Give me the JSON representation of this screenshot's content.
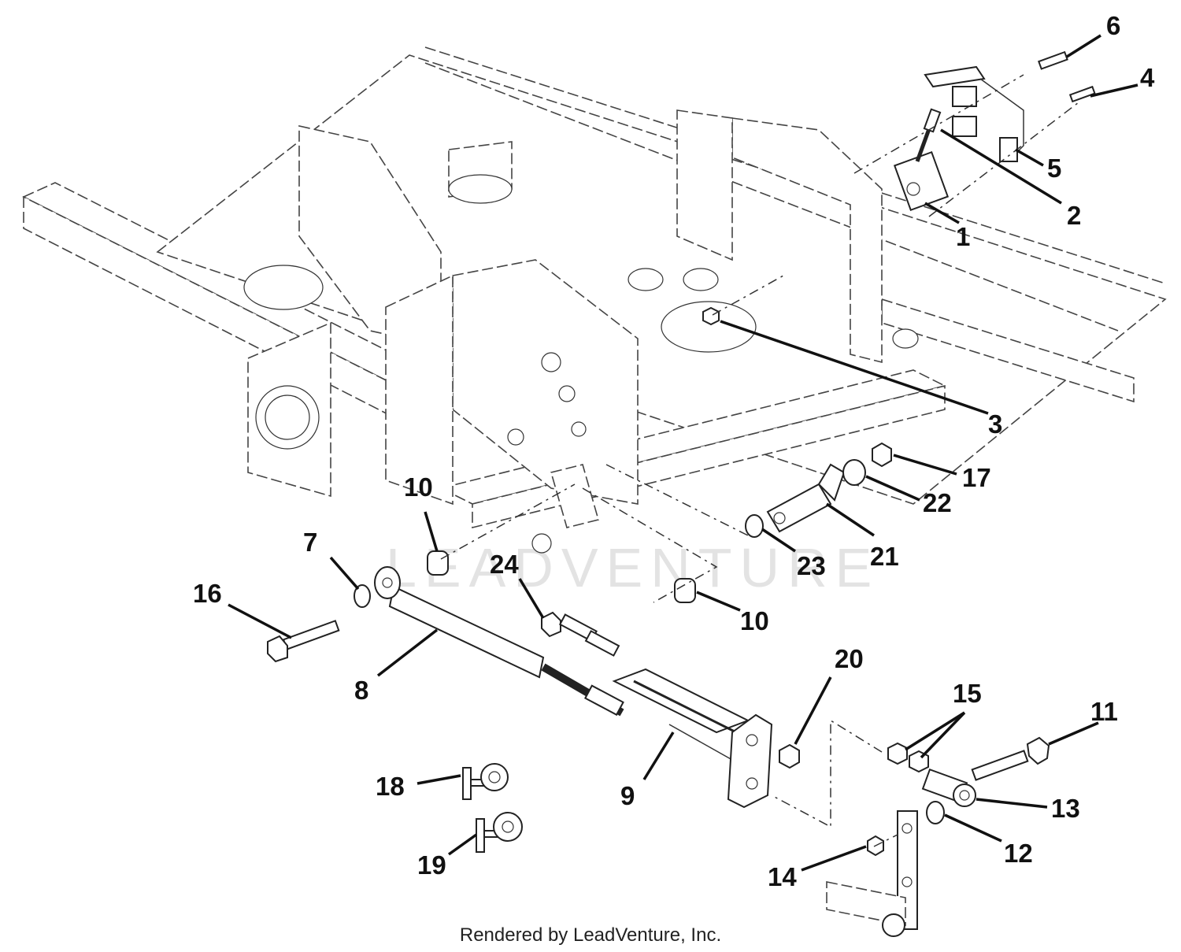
{
  "diagram": {
    "callouts": [
      {
        "label": "1"
      },
      {
        "label": "2"
      },
      {
        "label": "3"
      },
      {
        "label": "4"
      },
      {
        "label": "5"
      },
      {
        "label": "6"
      },
      {
        "label": "7"
      },
      {
        "label": "8"
      },
      {
        "label": "9"
      },
      {
        "label": "10"
      },
      {
        "label": "10"
      },
      {
        "label": "11"
      },
      {
        "label": "12"
      },
      {
        "label": "13"
      },
      {
        "label": "14"
      },
      {
        "label": "15"
      },
      {
        "label": "16"
      },
      {
        "label": "17"
      },
      {
        "label": "18"
      },
      {
        "label": "19"
      },
      {
        "label": "20"
      },
      {
        "label": "21"
      },
      {
        "label": "22"
      },
      {
        "label": "23"
      },
      {
        "label": "24"
      }
    ],
    "watermark": "LEADVENTURE",
    "footer": "Rendered by LeadVenture, Inc."
  }
}
